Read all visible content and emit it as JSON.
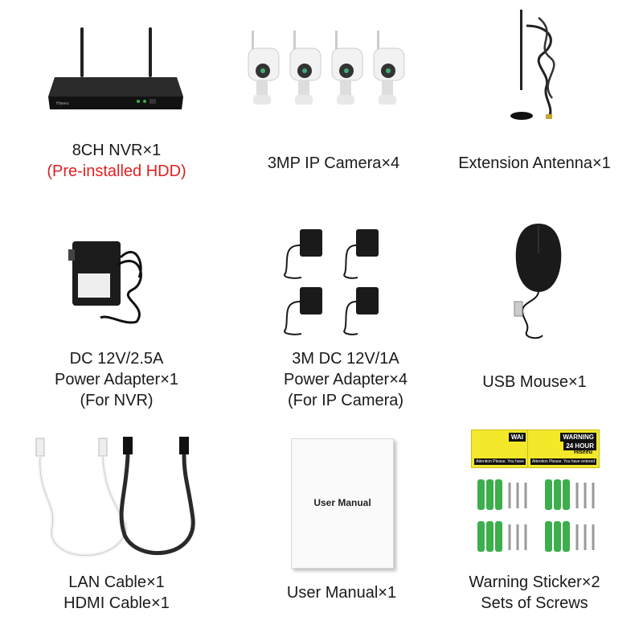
{
  "items": [
    {
      "lines": [
        "8CH NVR×1"
      ],
      "red": "(Pre-installed HDD)"
    },
    {
      "lines": [
        "3MP IP Camera×4"
      ]
    },
    {
      "lines": [
        "Extension Antenna×1"
      ]
    },
    {
      "lines": [
        "DC 12V/2.5A",
        "Power Adapter×1",
        "(For NVR)"
      ]
    },
    {
      "lines": [
        "3M DC 12V/1A",
        "Power Adapter×4",
        "(For IP Camera)"
      ]
    },
    {
      "lines": [
        "USB Mouse×1"
      ]
    },
    {
      "lines": [
        "LAN Cable×1",
        "HDMI Cable×1"
      ]
    },
    {
      "lines": [
        "User Manual×1"
      ]
    },
    {
      "lines": [
        "Warning Sticker×2",
        "Sets of Screws"
      ]
    }
  ],
  "manual_cover_title": "User Manual",
  "sticker": {
    "header_short": "WAI",
    "header": "WARNING",
    "header_sub": "24 HOUR",
    "brand": "Hiseeu",
    "footer": "Attention Please. You have entered the monitoring area."
  },
  "colors": {
    "accent_red": "#e02020",
    "sticker_yellow": "#f3e82a",
    "screw_anchor_green": "#3cae4b"
  }
}
